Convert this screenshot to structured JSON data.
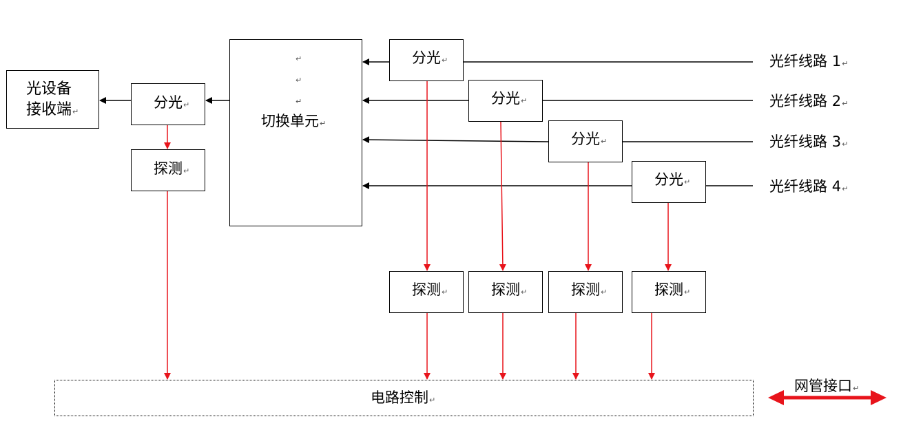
{
  "receiver": {
    "line1": "光设备",
    "line2": "接收端"
  },
  "split_label": "分光",
  "detect_label": "探测",
  "switch_unit": {
    "label": "切换单元"
  },
  "control": {
    "label": "电路控制"
  },
  "nms": {
    "label": "网管接口"
  },
  "fiber_lines": [
    {
      "name": "光纤线路",
      "num": "1"
    },
    {
      "name": "光纤线路",
      "num": "2"
    },
    {
      "name": "光纤线路",
      "num": "3"
    },
    {
      "name": "光纤线路",
      "num": "4"
    }
  ],
  "paragraph_mark": "↵",
  "colors": {
    "line": "#000000",
    "signal": "#e8141b"
  }
}
